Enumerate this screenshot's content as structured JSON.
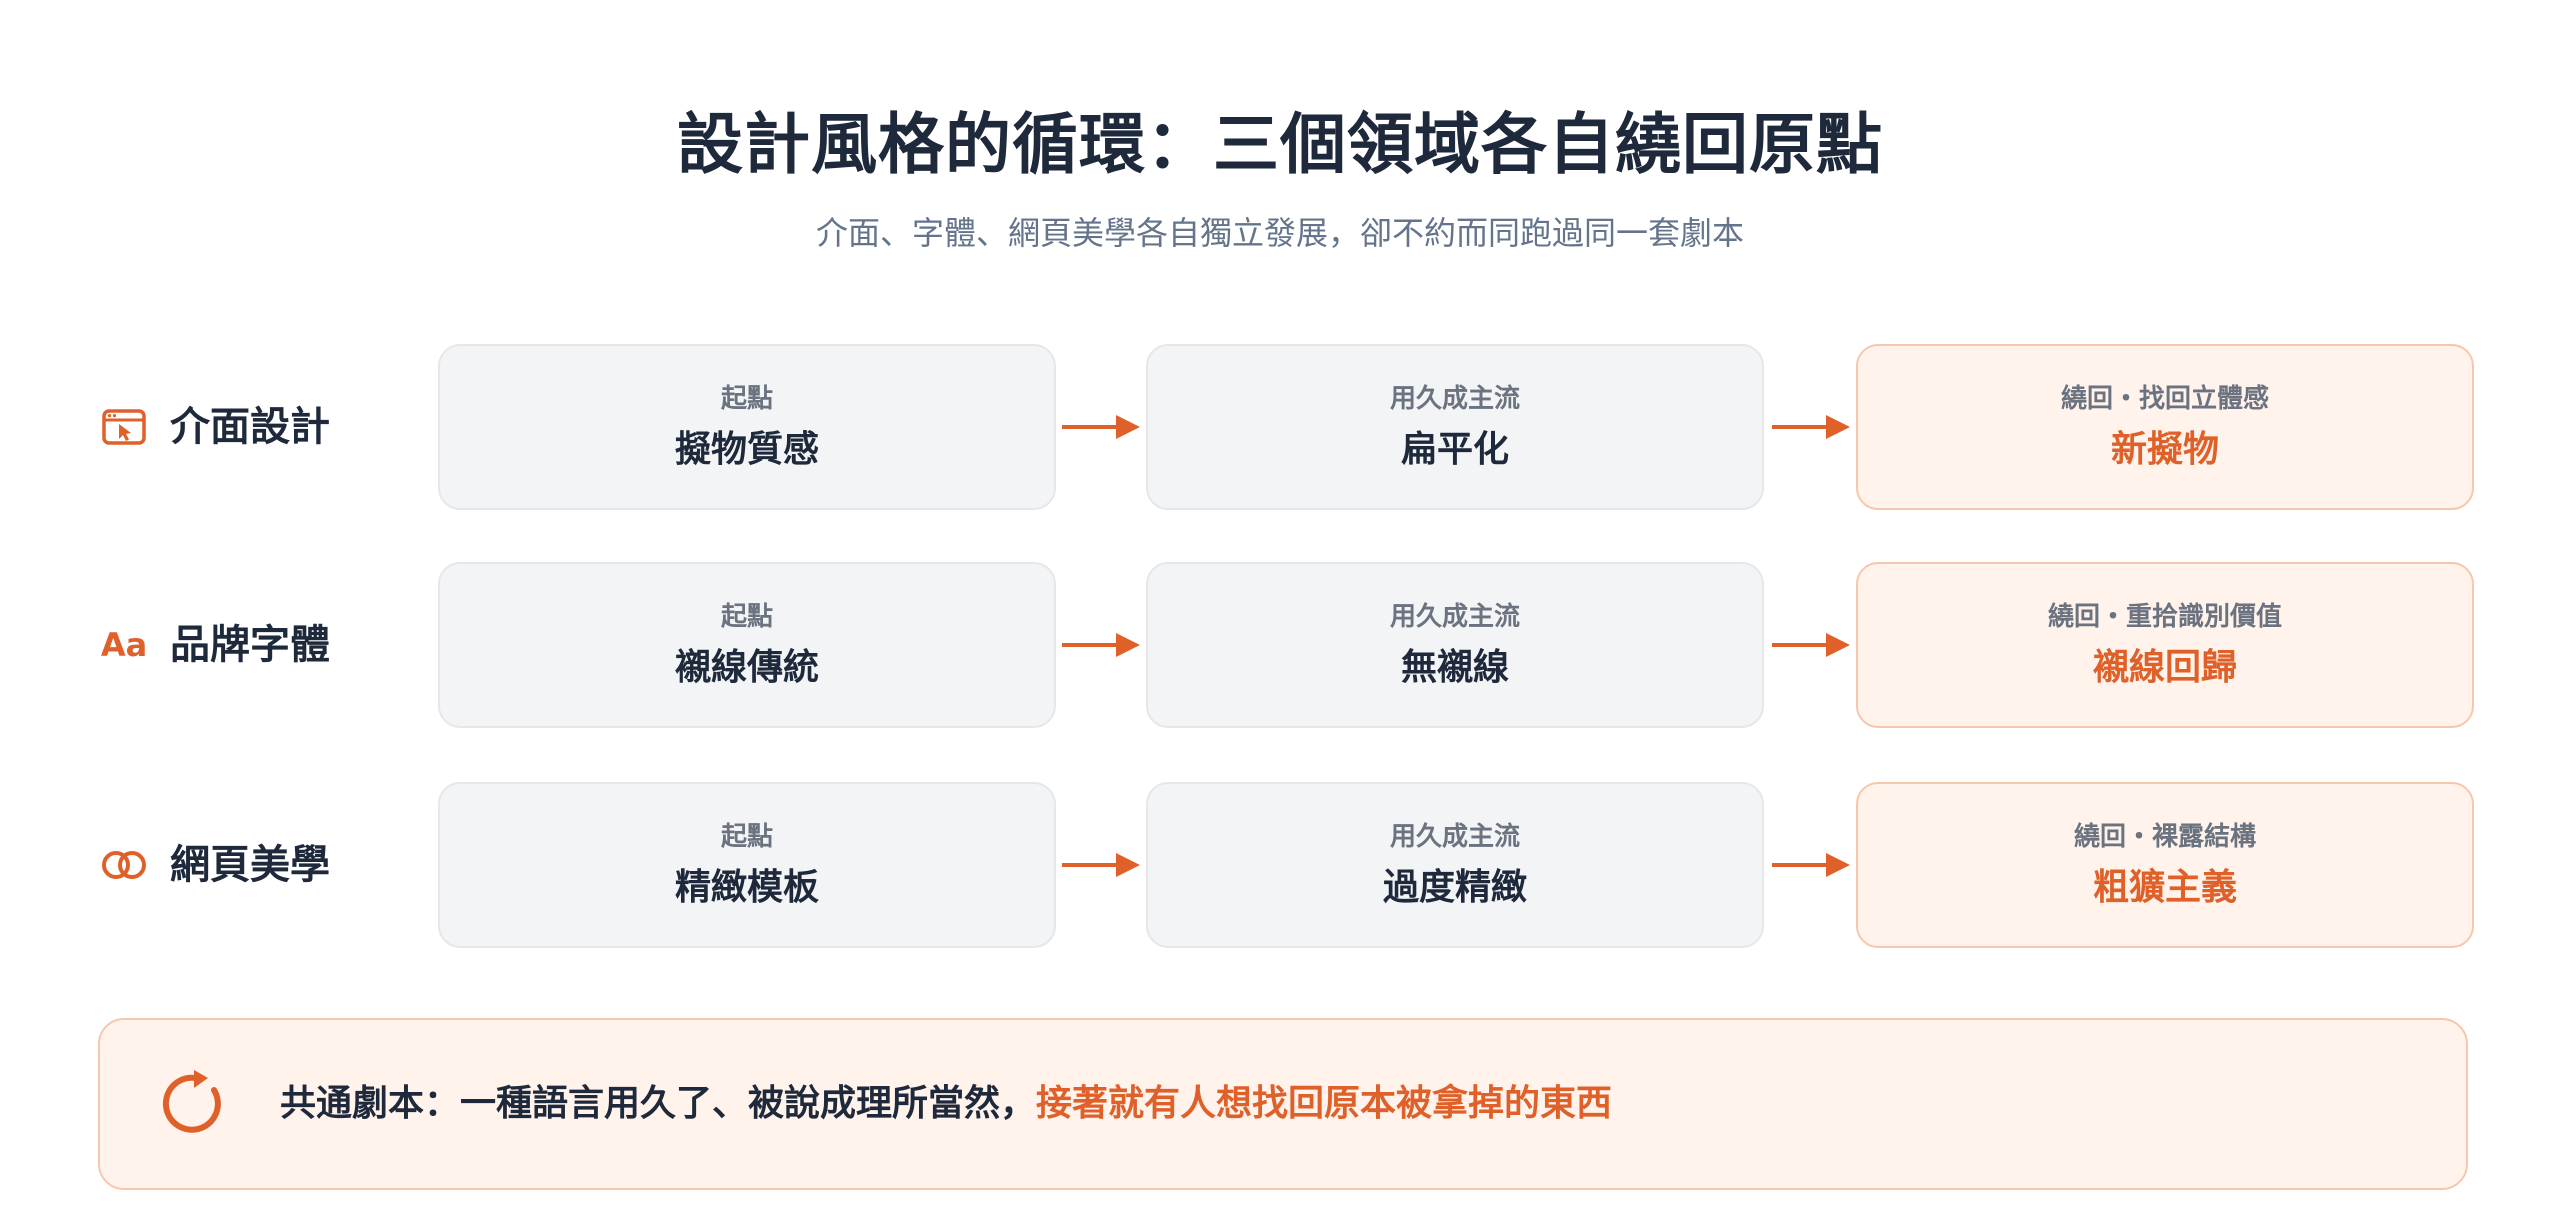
{
  "title": "設計風格的循環：三個領域各自繞回原點",
  "subtitle": "介面、字體、網頁美學各自獨立發展，卻不約而同跑過同一套劇本",
  "colors": {
    "accent": "#e0602a",
    "neutral_box": "#f3f4f6",
    "final_box": "#fff3eb"
  },
  "rows": [
    {
      "name": "介面設計",
      "icon": "browser-window-cursor-icon",
      "stages": [
        {
          "tag": "起點",
          "value": "擬物質感"
        },
        {
          "tag": "用久成主流",
          "value": "扁平化"
        },
        {
          "tag": "繞回・找回立體感",
          "value": "新擬物"
        }
      ]
    },
    {
      "name": "品牌字體",
      "icon": "typeface-icon",
      "icon_text": "Aa",
      "stages": [
        {
          "tag": "起點",
          "value": "襯線傳統"
        },
        {
          "tag": "用久成主流",
          "value": "無襯線"
        },
        {
          "tag": "繞回・重拾識別價值",
          "value": "襯線回歸"
        }
      ]
    },
    {
      "name": "網頁美學",
      "icon": "overlapping-circles-icon",
      "stages": [
        {
          "tag": "起點",
          "value": "精緻模板"
        },
        {
          "tag": "用久成主流",
          "value": "過度精緻"
        },
        {
          "tag": "繞回・裸露結構",
          "value": "粗獷主義"
        }
      ]
    }
  ],
  "summary": {
    "icon": "cycle-arrow-icon",
    "text": "共通劇本：一種語言用久了、被說成理所當然，",
    "highlight": "接著就有人想找回原本被拿掉的東西"
  }
}
